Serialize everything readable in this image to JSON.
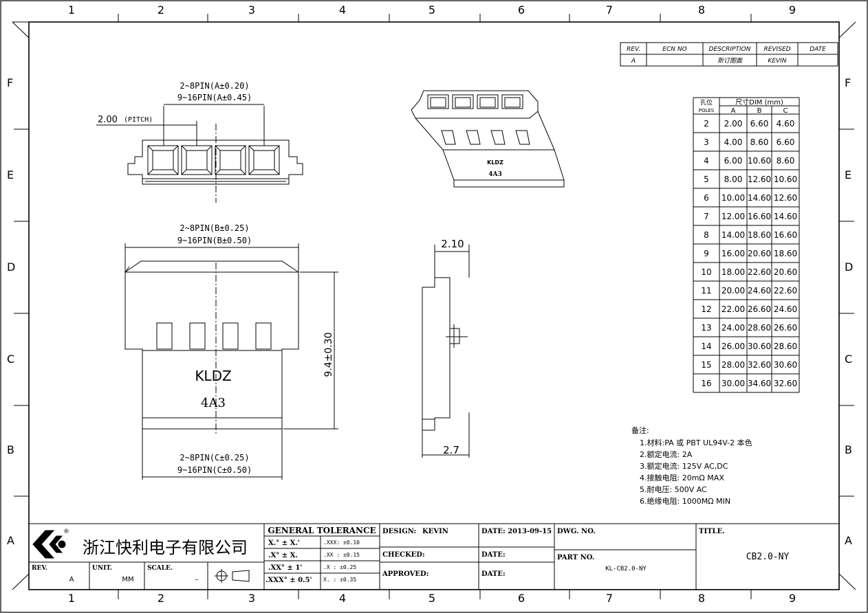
{
  "grid": {
    "columns": [
      "1",
      "2",
      "3",
      "4",
      "5",
      "6",
      "7",
      "8",
      "9"
    ],
    "rows": [
      "F",
      "E",
      "D",
      "C",
      "B",
      "A"
    ]
  },
  "revision_block": {
    "headers": [
      "REV.",
      "ECN NO",
      "DESCRIPTION",
      "REVISED",
      "DATE"
    ],
    "row": [
      "A",
      "",
      "新订图面",
      "KEVIN",
      ""
    ]
  },
  "top_view": {
    "dim_a_line1": "2~8PIN(A±0.20)",
    "dim_a_line2": "9~16PIN(A±0.45)",
    "pitch": "2.00",
    "pitch_label": "(PITCH)"
  },
  "front_view": {
    "dim_b_line1": "2~8PIN(B±0.25)",
    "dim_b_line2": "9~16PIN(B±0.50)",
    "dim_c_line1": "2~8PIN(C±0.25)",
    "dim_c_line2": "9~16PIN(C±0.50)",
    "height": "9.4±0.30",
    "brand": "KLDZ",
    "model": "4A3"
  },
  "iso_view": {
    "brand": "KLDZ",
    "model": "4A3"
  },
  "side_view": {
    "top_width": "2.10",
    "bottom_width": "2.7"
  },
  "dim_table": {
    "header_cn": "孔位",
    "header_poles": "POLES",
    "header_dim": "尺寸DIM (mm)",
    "cols": [
      "A",
      "B",
      "C"
    ],
    "rows": [
      [
        "2",
        "2.00",
        "6.60",
        "4.60"
      ],
      [
        "3",
        "4.00",
        "8.60",
        "6.60"
      ],
      [
        "4",
        "6.00",
        "10.60",
        "8.60"
      ],
      [
        "5",
        "8.00",
        "12.60",
        "10.60"
      ],
      [
        "6",
        "10.00",
        "14.60",
        "12.60"
      ],
      [
        "7",
        "12.00",
        "16.60",
        "14.60"
      ],
      [
        "8",
        "14.00",
        "18.60",
        "16.60"
      ],
      [
        "9",
        "16.00",
        "20.60",
        "18.60"
      ],
      [
        "10",
        "18.00",
        "22.60",
        "20.60"
      ],
      [
        "11",
        "20.00",
        "24.60",
        "22.60"
      ],
      [
        "12",
        "22.00",
        "26.60",
        "24.60"
      ],
      [
        "13",
        "24.00",
        "28.60",
        "26.60"
      ],
      [
        "14",
        "26.00",
        "30.60",
        "28.60"
      ],
      [
        "15",
        "28.00",
        "32.60",
        "30.60"
      ],
      [
        "16",
        "30.00",
        "34.60",
        "32.60"
      ]
    ]
  },
  "notes": {
    "title": "备注:",
    "items": [
      "1.材料:PA 或 PBT UL94V-2 本色",
      "2.额定电流: 2A",
      "3.额定电流: 125V AC,DC",
      "4.接触电阻: 20mΩ MAX",
      "5.耐电压: 500V AC",
      "6.绝缘电阻: 1000MΩ MIN"
    ]
  },
  "title_block": {
    "company": "浙江快利电子有限公司",
    "rev_label": "REV.",
    "rev_value": "A",
    "unit_label": "UNIT.",
    "unit_value": "MM",
    "scale_label": "SCALE.",
    "scale_value": "–",
    "tol_title": "GENERAL  TOLERANCE",
    "tol_left": [
      "X.° ± X.'",
      ".X° ± X.",
      ".XX° ± 1'",
      ".XXX° ± 0.5'"
    ],
    "tol_right": [
      ".XXX:  ±0.10",
      ".XX  :  ±0.15",
      ".X   :  ±0.25",
      "X.   :  ±0.35"
    ],
    "design_label": "DESIGN:",
    "design_value": "KEVIN",
    "checked_label": "CHECKED:",
    "approved_label": "APPROVED:",
    "date_label1": "DATE: 2013-09-15",
    "date_label2": "DATE:",
    "date_label3": "DATE:",
    "dwg_label": "DWG. NO.",
    "part_label": "PART NO.",
    "part_value": "KL-CB2.0-NY",
    "title_label": "TITLE.",
    "title_value": "CB2.0-NY"
  }
}
